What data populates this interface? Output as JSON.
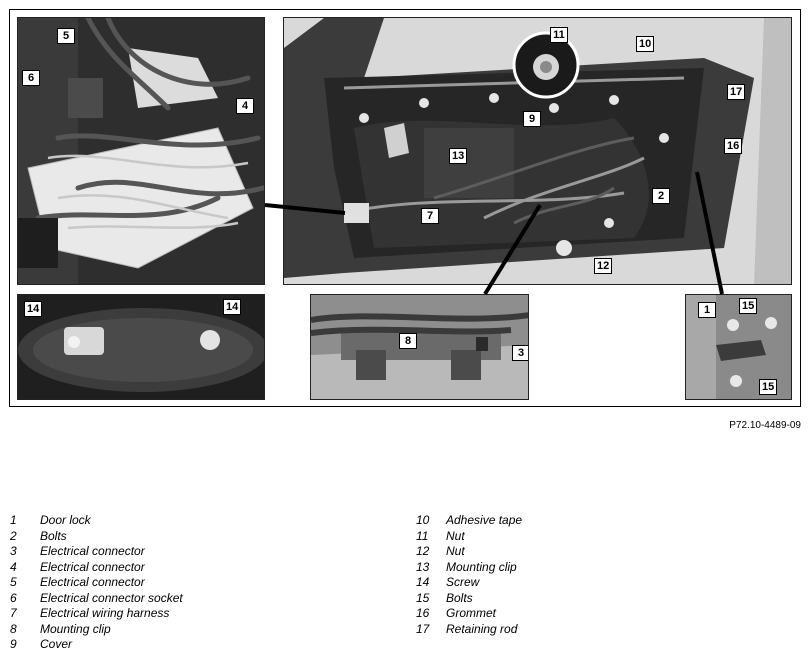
{
  "figure": {
    "code": "P72.10-4489-09",
    "callouts": {
      "p_connectors": [
        "5",
        "6",
        "4"
      ],
      "p_door": [
        "11",
        "10",
        "17",
        "9",
        "13",
        "16",
        "2",
        "7",
        "12"
      ],
      "p_screws": [
        "14",
        "14"
      ],
      "p_clip": [
        "8",
        "3"
      ],
      "p_lock": [
        "1",
        "15",
        "15"
      ]
    }
  },
  "legend": {
    "left": [
      {
        "num": "1",
        "text": "Door lock"
      },
      {
        "num": "2",
        "text": "Bolts"
      },
      {
        "num": "3",
        "text": "Electrical connector"
      },
      {
        "num": "4",
        "text": "Electrical connector"
      },
      {
        "num": "5",
        "text": "Electrical connector"
      },
      {
        "num": "6",
        "text": "Electrical connector socket"
      },
      {
        "num": "7",
        "text": "Electrical wiring harness"
      },
      {
        "num": "8",
        "text": "Mounting clip"
      },
      {
        "num": "9",
        "text": "Cover"
      }
    ],
    "right": [
      {
        "num": "10",
        "text": "Adhesive tape"
      },
      {
        "num": "11",
        "text": "Nut"
      },
      {
        "num": "12",
        "text": "Nut"
      },
      {
        "num": "13",
        "text": "Mounting clip"
      },
      {
        "num": "14",
        "text": "Screw"
      },
      {
        "num": "15",
        "text": "Bolts"
      },
      {
        "num": "16",
        "text": "Grommet"
      },
      {
        "num": "17",
        "text": "Retaining rod"
      }
    ]
  }
}
